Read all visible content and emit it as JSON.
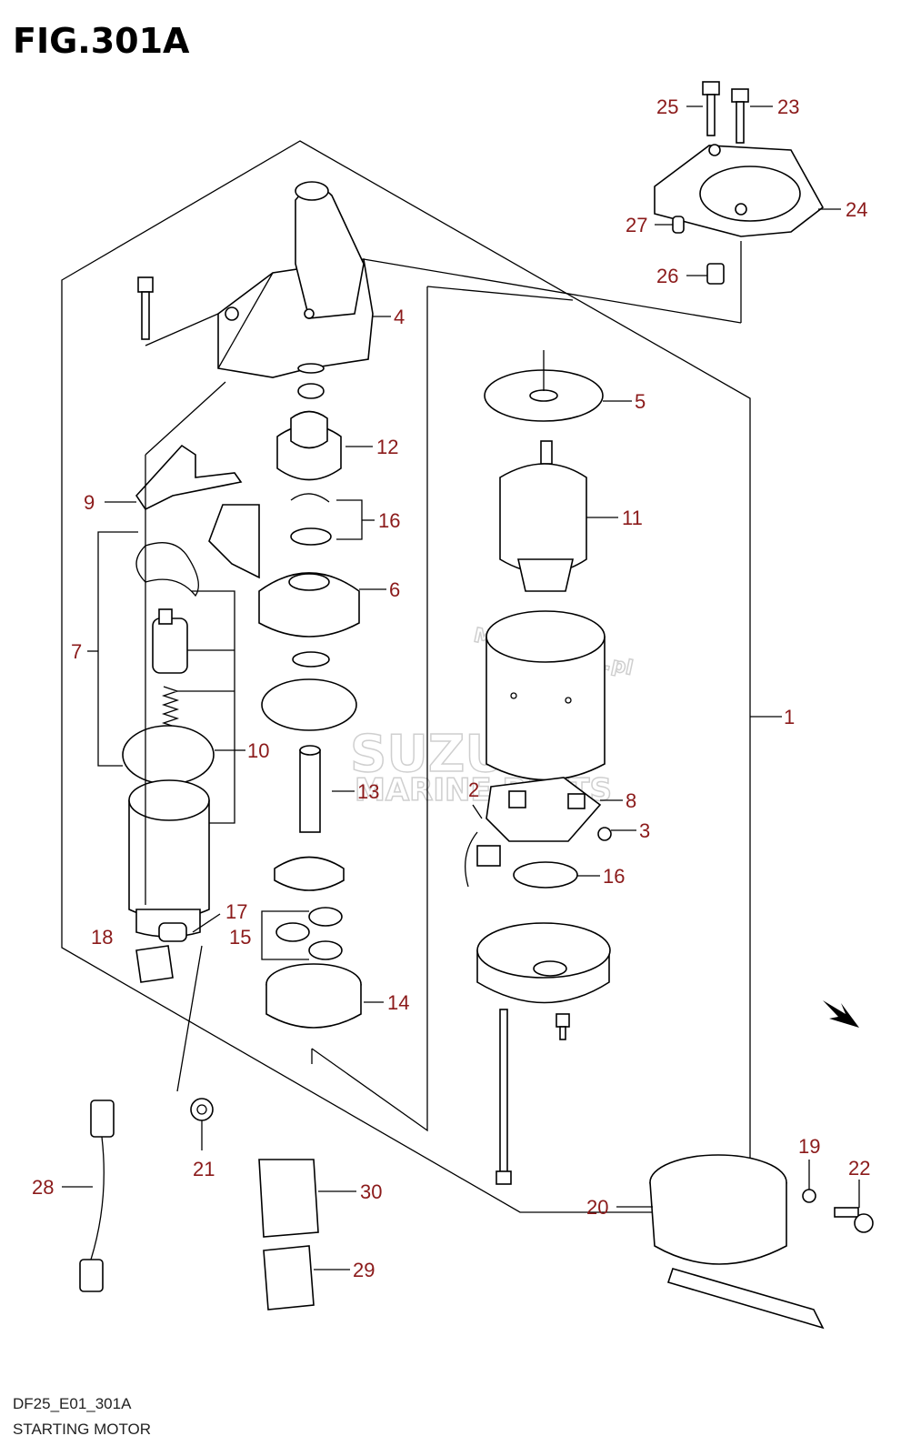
{
  "figure": {
    "title": "FIG.301A",
    "code": "DF25_E01_301A",
    "caption": "STARTING MOTOR"
  },
  "watermark": {
    "line1": "Motorgroup.pl",
    "line2": "SUZUKI",
    "line3": "MARINE PARTS"
  },
  "callouts": {
    "c1": "1",
    "c2": "2",
    "c3": "3",
    "c4": "4",
    "c5": "5",
    "c6": "6",
    "c7": "7",
    "c8": "8",
    "c9": "9",
    "c10": "10",
    "c11": "11",
    "c12": "12",
    "c13": "13",
    "c14": "14",
    "c15": "15",
    "c16a": "16",
    "c16b": "16",
    "c17": "17",
    "c18": "18",
    "c19": "19",
    "c20": "20",
    "c21": "21",
    "c22": "22",
    "c23": "23",
    "c24": "24",
    "c25": "25",
    "c26": "26",
    "c27": "27",
    "c28": "28",
    "c29": "29",
    "c30": "30"
  },
  "colors": {
    "callout": "#8b1a1a",
    "line": "#000000",
    "watermark": "#cfcfcf"
  }
}
